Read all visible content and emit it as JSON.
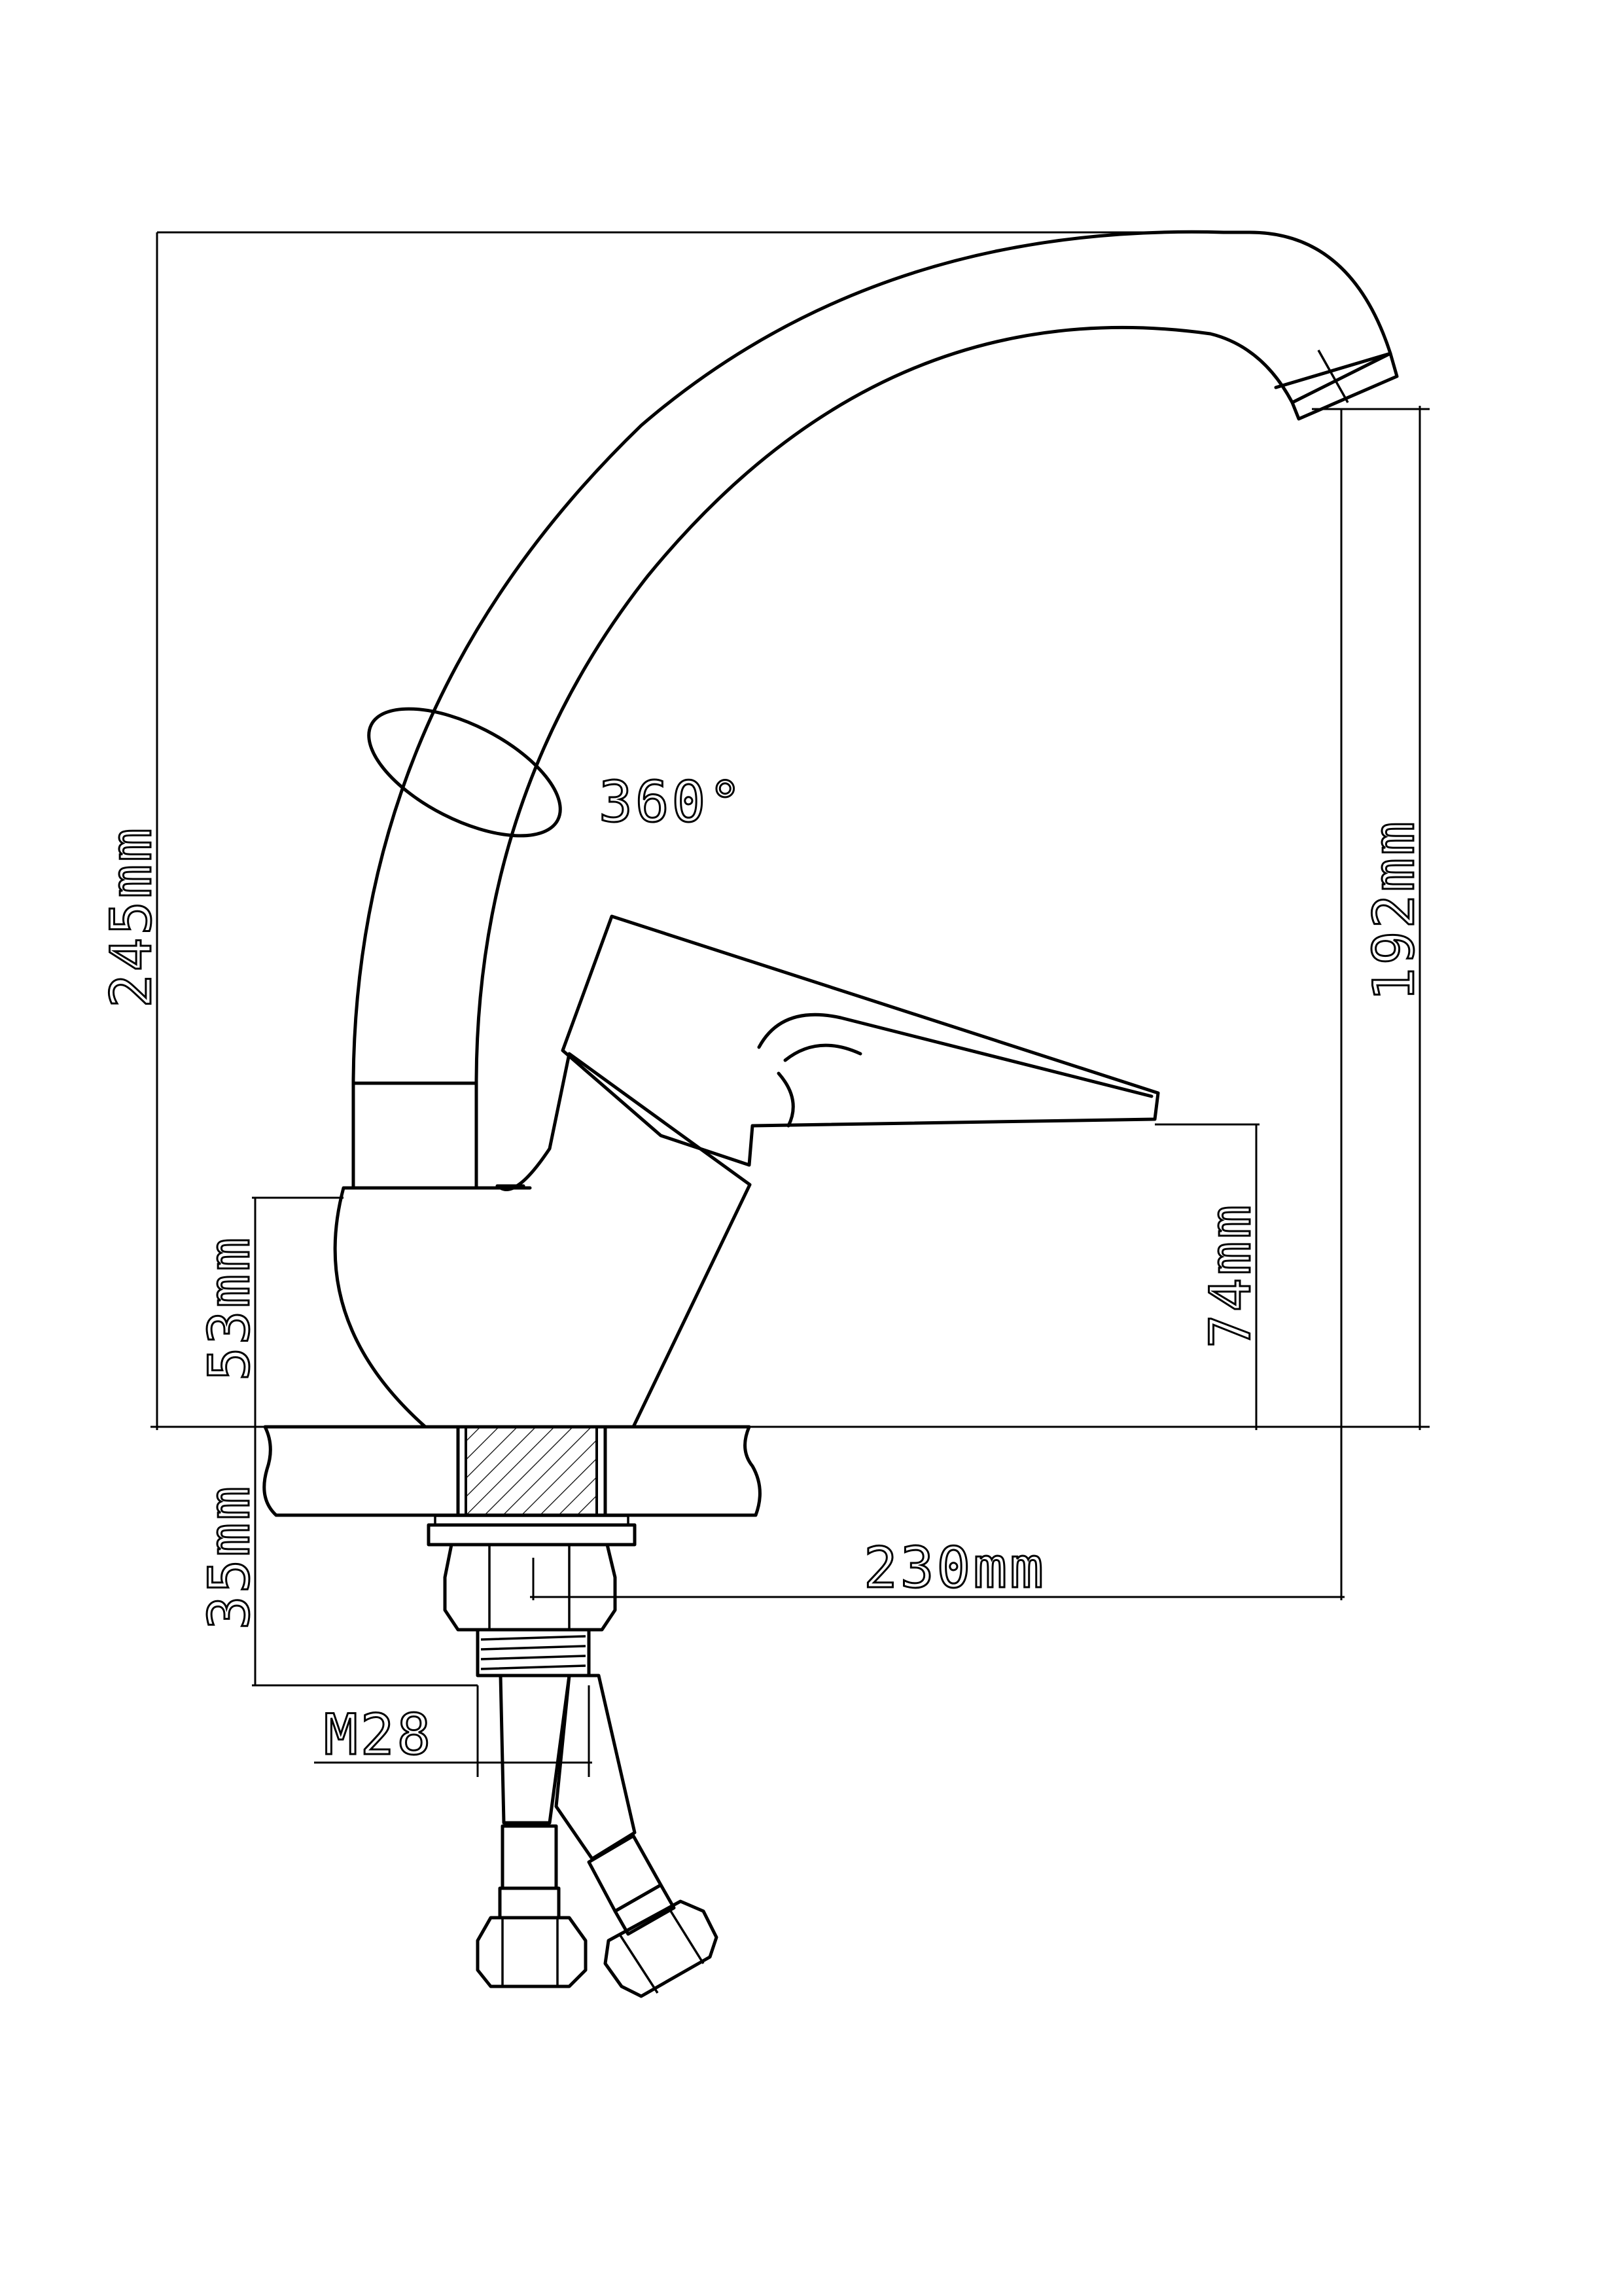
{
  "colors": {
    "line": "#000000",
    "background": "#ffffff"
  },
  "labels": {
    "rotation": "360°",
    "total_height": "245mm",
    "base_height": "53mm",
    "outlet_height": "192mm",
    "lever_height": "74mm",
    "reach": "230mm",
    "mount_depth": "35mm",
    "thread": "M28"
  }
}
